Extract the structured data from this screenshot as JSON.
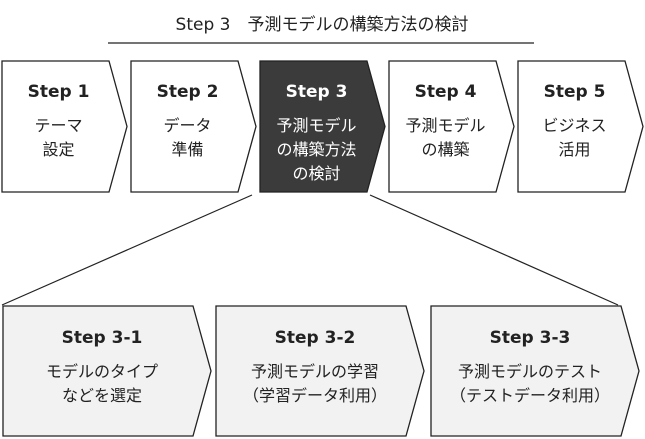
{
  "header": {
    "title": "Step 3　予測モデルの構築方法の検討"
  },
  "colors": {
    "stroke": "#222222",
    "active_fill": "#3b3b3b",
    "active_text": "#ffffff",
    "normal_fill": "#ffffff",
    "normal_text": "#222222",
    "sub_fill": "#f2f2f2",
    "sub_text": "#222222"
  },
  "steps": [
    {
      "step": "Step 1",
      "lines": [
        "テーマ",
        "設定"
      ],
      "active": false
    },
    {
      "step": "Step 2",
      "lines": [
        "データ",
        "準備"
      ],
      "active": false
    },
    {
      "step": "Step 3",
      "lines": [
        "予測モデル",
        "の構築方法",
        "の検討"
      ],
      "active": true
    },
    {
      "step": "Step 4",
      "lines": [
        "予測モデル",
        "の構築"
      ],
      "active": false
    },
    {
      "step": "Step 5",
      "lines": [
        "ビジネス",
        "活用"
      ],
      "active": false
    }
  ],
  "substeps": [
    {
      "step": "Step 3-1",
      "lines": [
        "モデルのタイプ",
        "などを選定"
      ]
    },
    {
      "step": "Step 3-2",
      "lines": [
        "予測モデルの学習",
        "（学習データ利用）"
      ]
    },
    {
      "step": "Step 3-3",
      "lines": [
        "予測モデルのテスト",
        "（テストデータ利用）"
      ]
    }
  ]
}
